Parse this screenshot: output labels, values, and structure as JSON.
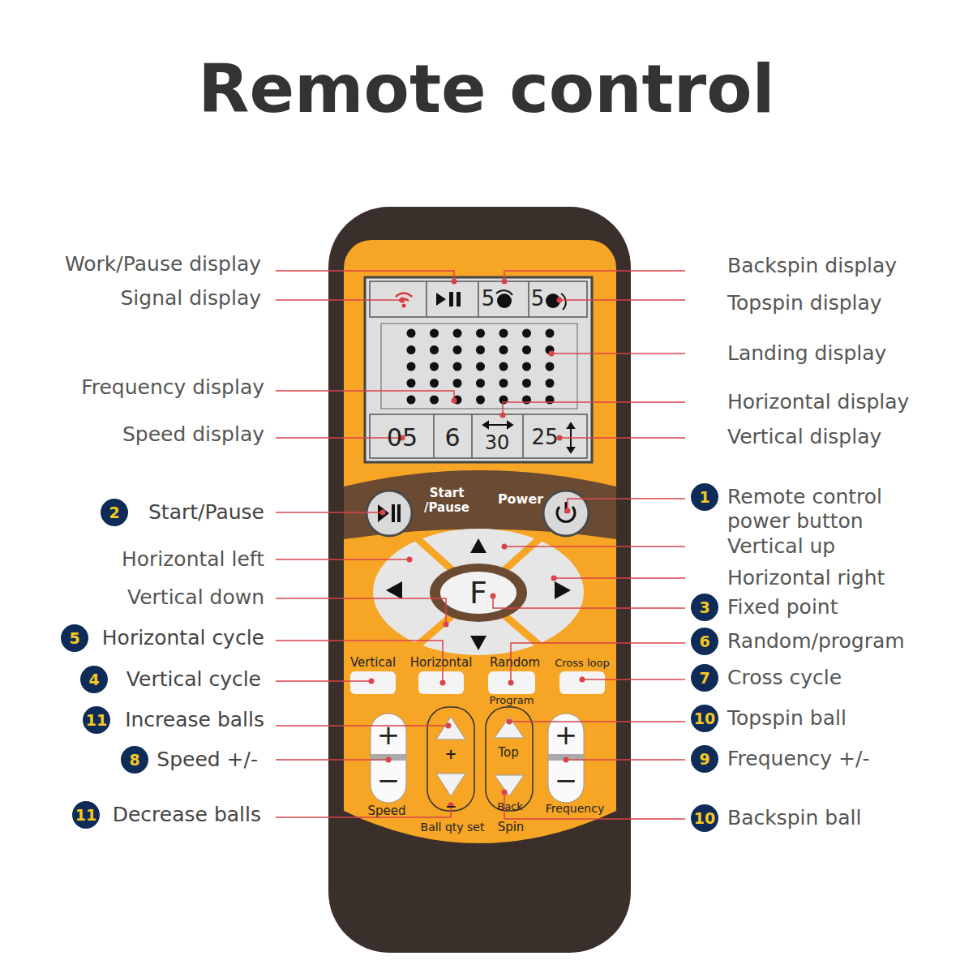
{
  "diagram": {
    "title": "Remote control",
    "labels": [
      "Work/Pause display",
      "Signal display",
      "Frequency display",
      "Speed display",
      "2",
      "Start/Pause",
      "Horizontal left",
      "Vertical down",
      "5",
      "Horizontal cycle",
      "4",
      "Vertical cycle",
      "11",
      "Increase balls",
      "8",
      "Speed +/-",
      "11",
      "Decrease balls",
      "Backspin display",
      "Topspin display",
      "Landing display",
      "Horizontal display",
      "Vertical display",
      "1",
      "Remote control power button",
      "Vertical up",
      "Horizontal right",
      "3",
      "Fixed point",
      "6",
      "Random/program",
      "7",
      "Cross cycle",
      "10",
      "Topspin ball",
      "9",
      "Frequency +/-",
      "10",
      "Backspin ball",
      "5",
      "5",
      "05",
      "6",
      "30",
      "25",
      "Start /Pause",
      "Power",
      "F",
      "Vertical",
      "Horizontal",
      "Random",
      "Cross loop",
      "Program",
      "+",
      "−",
      "+",
      "−",
      "Top",
      "Back",
      "+",
      "−",
      "Speed",
      "Ball qty set",
      "Spin",
      "Frequency"
    ]
  }
}
